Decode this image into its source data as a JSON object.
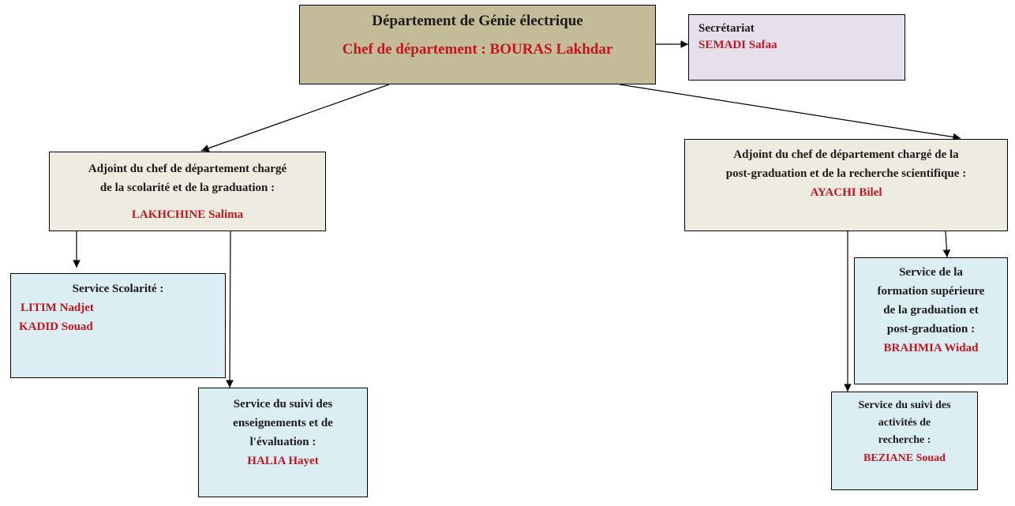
{
  "colors": {
    "head_fill": "#c4bc98",
    "secretariat_fill": "#e6e0ec",
    "deputy_fill": "#eeebe0",
    "service_fill": "#dbeef3",
    "name_red": "#c0171f",
    "border": "#000000"
  },
  "head": {
    "title": "Département de Génie électrique",
    "chief": "Chef de département : BOURAS Lakhdar"
  },
  "secretariat": {
    "label": "Secrétariat",
    "name": "SEMADI Safaa"
  },
  "deputy_left": {
    "line1": "Adjoint du chef de département chargé",
    "line2": "de la scolarité et de la graduation :",
    "name": "LAKHCHINE Salima"
  },
  "deputy_right": {
    "line1": "Adjoint du chef de département chargé de la",
    "line2": "post-graduation et de la recherche scientifique :",
    "name": "AYACHI Bilel"
  },
  "service_scolarite": {
    "label": "Service Scolarité :",
    "names": [
      "LITIM Nadjet",
      "KADID Souad"
    ]
  },
  "service_suivi_enseignements": {
    "lines": [
      "Service du suivi des",
      "enseignements et de",
      "l'évaluation :"
    ],
    "name": "HALIA Hayet"
  },
  "service_formation": {
    "lines": [
      "Service de la",
      "formation supérieure",
      "de la graduation et",
      "post-graduation :"
    ],
    "name": "BRAHMIA Widad"
  },
  "service_suivi_recherche": {
    "lines": [
      "Service du suivi des",
      "activités de",
      "recherche :"
    ],
    "name": "BEZIANE Souad"
  }
}
